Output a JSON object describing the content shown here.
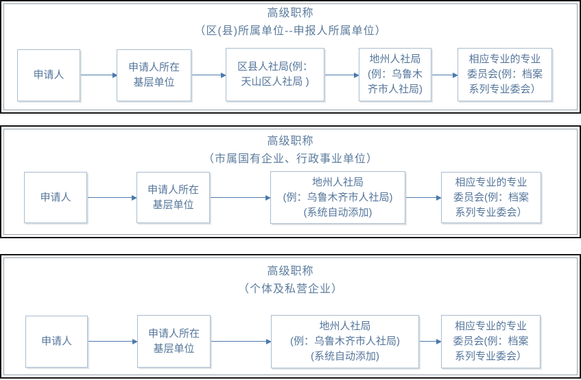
{
  "colors": {
    "background": "#ffffff",
    "panel_outer_border": "#151515",
    "panel_inner_frame": "#99a3ab",
    "box_border": "#a9bccd",
    "text": "#55769b",
    "arrow": "#4a7aad"
  },
  "panels": [
    {
      "title": "高级职称",
      "subtitle": "（区(县)所属单位--申报人所属单位）",
      "boxes": [
        {
          "label": "申请人"
        },
        {
          "label": "申请人所在\n基层单位"
        },
        {
          "label": "区县人社局(例：\n天山区人社局 )"
        },
        {
          "label": "地州人社局\n(例：乌鲁木\n齐市人社局)"
        },
        {
          "label": "相应专业的专业\n委员会(例：档案\n系列专业委会）"
        }
      ]
    },
    {
      "title": "高级职称",
      "subtitle": "（市属国有企业、行政事业单位）",
      "boxes": [
        {
          "label": "申请人"
        },
        {
          "label": "申请人所在\n基层单位"
        },
        {
          "label": "地州人社局\n(例：乌鲁木齐市人社局)\n(系统自动添加)"
        },
        {
          "label": "相应专业的专业\n委员会(例：档案\n系列专业委会）"
        }
      ]
    },
    {
      "title": "高级职称",
      "subtitle": "（个体及私营企业）",
      "boxes": [
        {
          "label": "申请人"
        },
        {
          "label": "申请人所在\n基层单位"
        },
        {
          "label": "地州人社局\n(例：乌鲁木齐市人社局)\n(系统自动添加)"
        },
        {
          "label": "相应专业的专业\n委员会(例：档案\n系列专业委会）"
        }
      ]
    }
  ]
}
